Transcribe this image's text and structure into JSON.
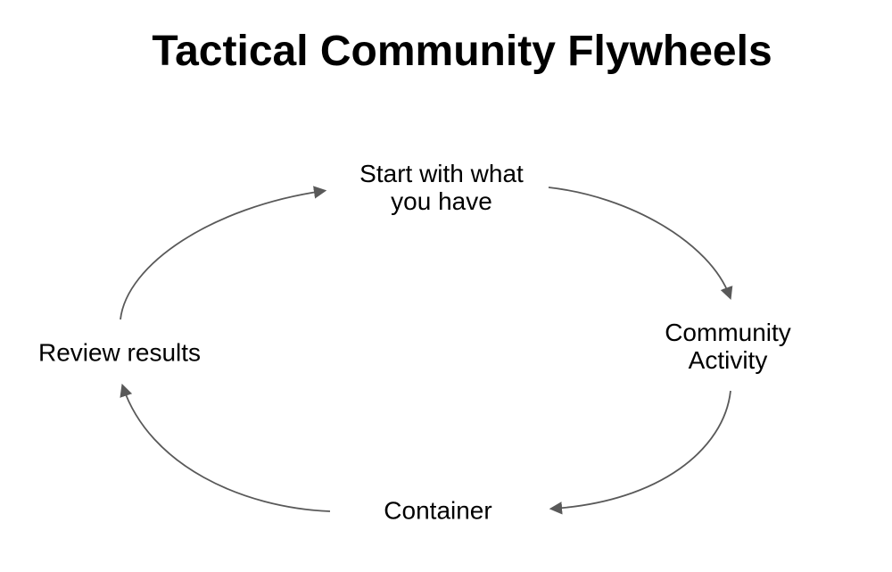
{
  "title": "Tactical Community Flywheels",
  "diagram": {
    "type": "cycle-flywheel",
    "direction": "clockwise",
    "nodes": {
      "start": {
        "label": "Start with what you have",
        "lines": [
          "Start with what",
          "you have"
        ]
      },
      "community": {
        "label": "Community Activity",
        "lines": [
          "Community",
          "Activity"
        ]
      },
      "container": {
        "label": "Container",
        "lines": [
          "Container"
        ]
      },
      "review": {
        "label": "Review results",
        "lines": [
          "Review results"
        ]
      }
    },
    "flow": [
      {
        "from": "Start with what you have",
        "to": "Community Activity"
      },
      {
        "from": "Community Activity",
        "to": "Container"
      },
      {
        "from": "Container",
        "to": "Review results"
      },
      {
        "from": "Review results",
        "to": "Start with what you have"
      }
    ],
    "colors": {
      "arrow": "#595959",
      "text": "#000000",
      "title": "#000000",
      "background": "#ffffff"
    }
  }
}
